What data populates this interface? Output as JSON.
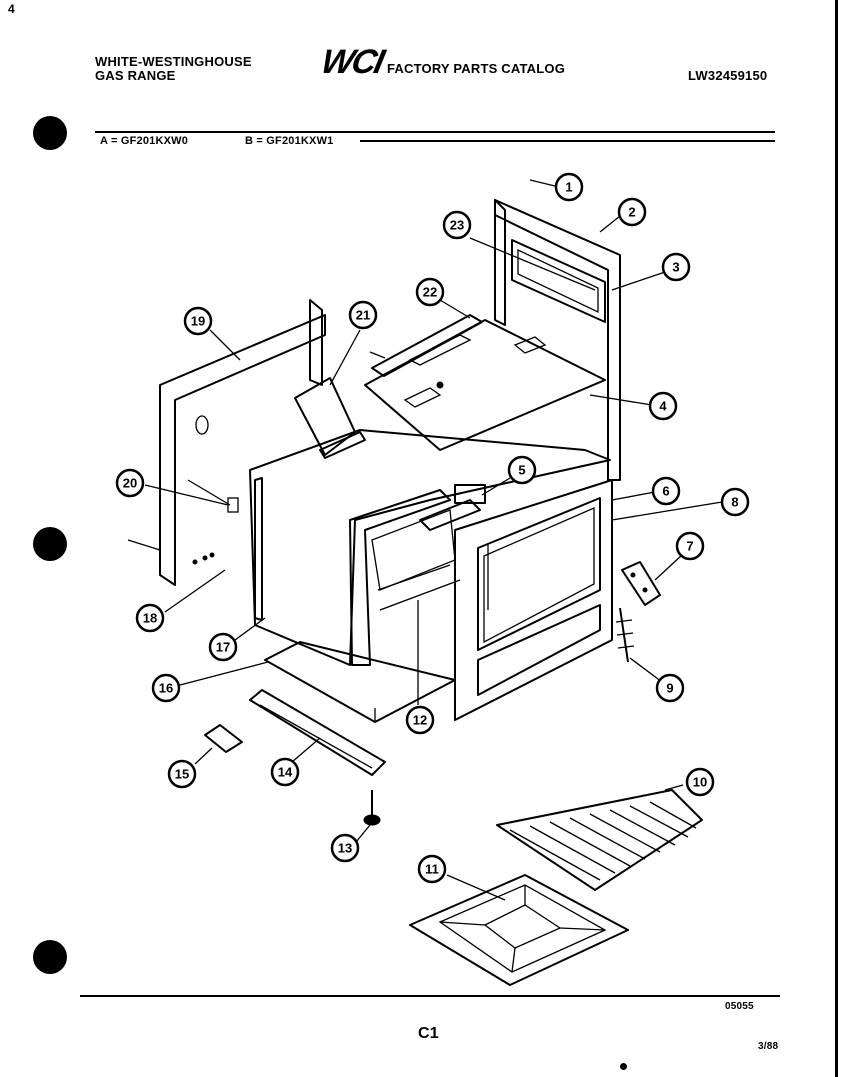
{
  "header": {
    "brand_line1": "WHITE-WESTINGHOUSE",
    "brand_line2": "GAS RANGE",
    "logo_text": "WCI",
    "catalog_title": "FACTORY PARTS CATALOG",
    "catalog_number": "LW32459150",
    "corner_mark": "4"
  },
  "models": {
    "a": "A = GF201KXW0",
    "b": "B = GF201KXW1"
  },
  "callouts": [
    "1",
    "2",
    "3",
    "4",
    "5",
    "6",
    "7",
    "8",
    "9",
    "10",
    "11",
    "12",
    "13",
    "14",
    "15",
    "16",
    "17",
    "18",
    "19",
    "20",
    "21",
    "22",
    "23"
  ],
  "footer": {
    "code": "05055",
    "page": "C1",
    "date": "3/88"
  }
}
